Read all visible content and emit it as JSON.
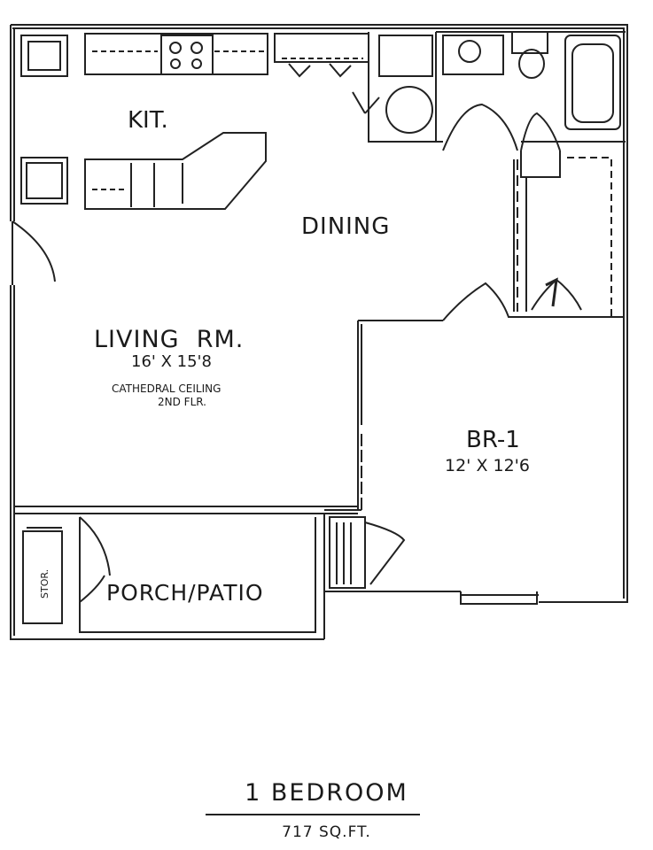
{
  "rooms": {
    "kitchen": "KIT.",
    "dining": "DINING",
    "living": "LIVING  RM.",
    "living_dims": "16' X 15'8",
    "living_note_1": "CATHEDRAL CEILING",
    "living_note_2": "2ND FLR.",
    "bedroom": "BR-1",
    "bedroom_dims": "12' X 12'6",
    "porch": "PORCH/PATIO",
    "storage": "STOR."
  },
  "caption": {
    "title": "1 BEDROOM",
    "area": "717 SQ.FT."
  }
}
